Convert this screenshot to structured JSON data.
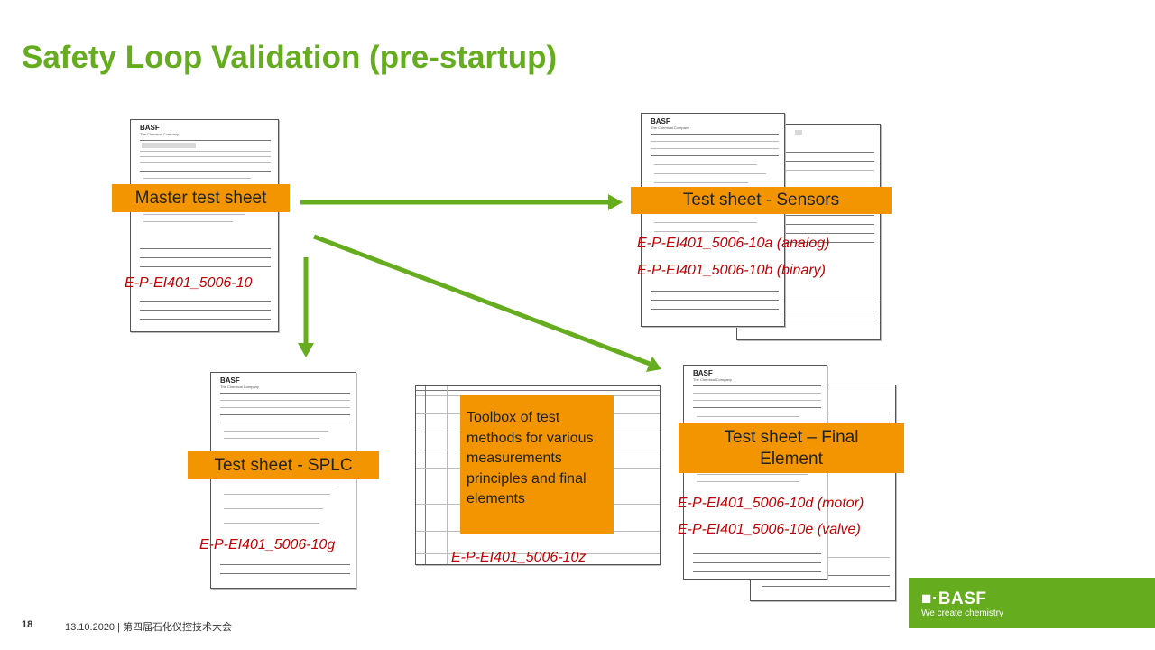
{
  "title": "Safety Loop Validation (pre-startup)",
  "doc_logo": "BASF",
  "doc_logo_sub": "The Chemical Company",
  "labels": {
    "master": "Master test sheet",
    "sensors": "Test sheet - Sensors",
    "splc": "Test sheet - SPLC",
    "final": "Test sheet – Final Element",
    "toolbox": "Toolbox of test methods for various measurements principles and final elements"
  },
  "codes": {
    "master": "E-P-EI401_5006-10",
    "analog": "E-P-EI401_5006-10a (analog)",
    "binary": "E-P-EI401_5006-10b (binary)",
    "splc": "E-P-EI401_5006-10g",
    "toolbox": "E-P-EI401_5006-10z",
    "motor": "E-P-EI401_5006-10d (motor)",
    "valve": "E-P-EI401_5006-10e (valve)"
  },
  "footer": {
    "page_number": "18",
    "date_conference": "13.10.2020  |  第四届石化仪控技术大会"
  },
  "brand": {
    "logo_text": "■·BASF",
    "tagline": "We create chemistry"
  },
  "colors": {
    "title_green": "#65ac1e",
    "arrow_green": "#65ac1e",
    "label_orange": "#f39500",
    "code_red": "#c00000",
    "brand_green": "#65ac1e"
  }
}
